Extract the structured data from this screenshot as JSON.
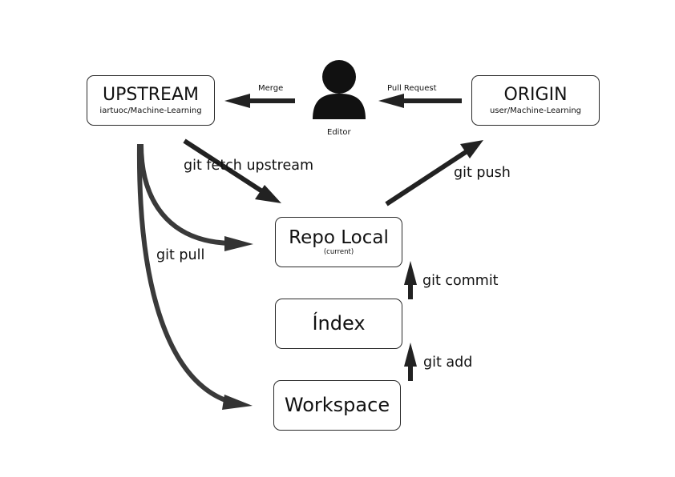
{
  "nodes": {
    "upstream": {
      "title": "UPSTREAM",
      "subtitle": "iartuoc/Machine-Learning"
    },
    "origin": {
      "title": "ORIGIN",
      "subtitle": "user/Machine-Learning"
    },
    "repo_local": {
      "title": "Repo Local",
      "subtitle": "(current)"
    },
    "index": {
      "title": "Índex"
    },
    "workspace": {
      "title": "Workspace"
    }
  },
  "editor": {
    "label": "Editor",
    "icon": "person-icon"
  },
  "edges": {
    "merge": "Merge",
    "pull_request": "Pull Request",
    "fetch": "git fetch upstream",
    "push": "git push",
    "pull": "git pull",
    "commit": "git commit",
    "add": "git add"
  },
  "colors": {
    "arrow": "#2b2b2b",
    "box_border": "#2a2a2a",
    "background": "#ffffff"
  }
}
